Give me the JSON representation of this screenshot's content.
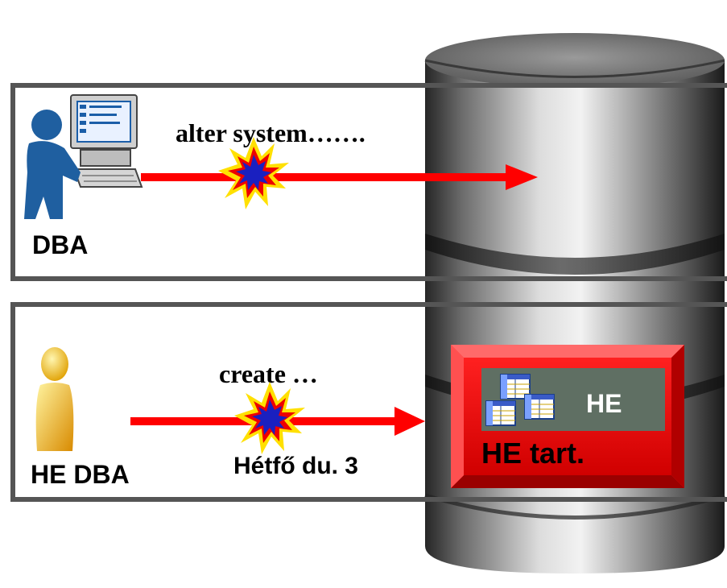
{
  "top_panel": {
    "actor_label": "DBA",
    "command": "alter system……."
  },
  "bottom_panel": {
    "actor_label": "HE DBA",
    "command": "create …",
    "time_note": "Hétfő du. 3"
  },
  "database": {
    "tablespace_label": "HE tart.",
    "schema_label": "HE"
  },
  "colors": {
    "arrow": "#ff0000",
    "tablespace_fill": "#e80000",
    "schema_panel": "#5f6f63",
    "explosion_outer": "#ffe000",
    "explosion_inner": "#ee0000",
    "explosion_core": "#1a20c0",
    "panel_border": "#555555"
  },
  "icons": [
    "admin-computer-icon",
    "user-icon",
    "table-icon",
    "explosion-icon",
    "arrow-icon",
    "database-cylinder-icon"
  ]
}
